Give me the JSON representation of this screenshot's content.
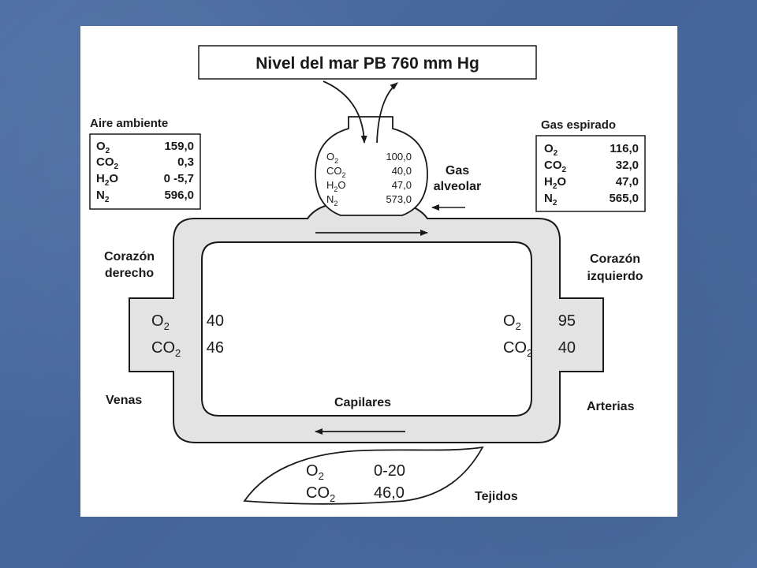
{
  "title": "Nivel del mar PB 760 mm Hg",
  "aire_ambiente": {
    "heading": "Aire ambiente",
    "rows": [
      {
        "gas": "O",
        "sub": "2",
        "value": "159,0"
      },
      {
        "gas": "CO",
        "sub": "2",
        "value": "0,3"
      },
      {
        "gas": "H",
        "sub": "2",
        "tail": "O",
        "value": "0 -5,7"
      },
      {
        "gas": "N",
        "sub": "2",
        "value": "596,0"
      }
    ]
  },
  "gas_espirado": {
    "heading": "Gas espirado",
    "rows": [
      {
        "gas": "O",
        "sub": "2",
        "value": "116,0"
      },
      {
        "gas": "CO",
        "sub": "2",
        "value": "32,0"
      },
      {
        "gas": "H",
        "sub": "2",
        "tail": "O",
        "value": "47,0"
      },
      {
        "gas": "N",
        "sub": "2",
        "value": "565,0"
      }
    ]
  },
  "gas_alveolar": {
    "label_line1": "Gas",
    "label_line2": "alveolar",
    "rows": [
      {
        "gas": "O",
        "sub": "2",
        "value": "100,0"
      },
      {
        "gas": "CO",
        "sub": "2",
        "value": "40,0"
      },
      {
        "gas": "H",
        "sub": "2",
        "tail": "O",
        "value": "47,0"
      },
      {
        "gas": "N",
        "sub": "2",
        "value": "573,0"
      }
    ]
  },
  "corazon_derecho": {
    "label_line1": "Corazón",
    "label_line2": "derecho",
    "rows": [
      {
        "gas": "O",
        "sub": "2",
        "value": "40"
      },
      {
        "gas": "CO",
        "sub": "2",
        "value": "46"
      }
    ]
  },
  "corazon_izquierdo": {
    "label_line1": "Corazón",
    "label_line2": "izquierdo",
    "rows": [
      {
        "gas": "O",
        "sub": "2",
        "value": "95"
      },
      {
        "gas": "CO",
        "sub": "2",
        "value": "40"
      }
    ]
  },
  "venas": "Venas",
  "arterias": "Arterias",
  "capilares": "Capilares",
  "tejidos": {
    "label": "Tejidos",
    "rows": [
      {
        "gas": "O",
        "sub": "2",
        "value": "0-20"
      },
      {
        "gas": "CO",
        "sub": "2",
        "value": "46,0"
      }
    ]
  },
  "colors": {
    "background": "#4a6a9c",
    "slide": "#ffffff",
    "vessel_fill": "#e3e3e3",
    "stroke": "#1a1a1a"
  }
}
